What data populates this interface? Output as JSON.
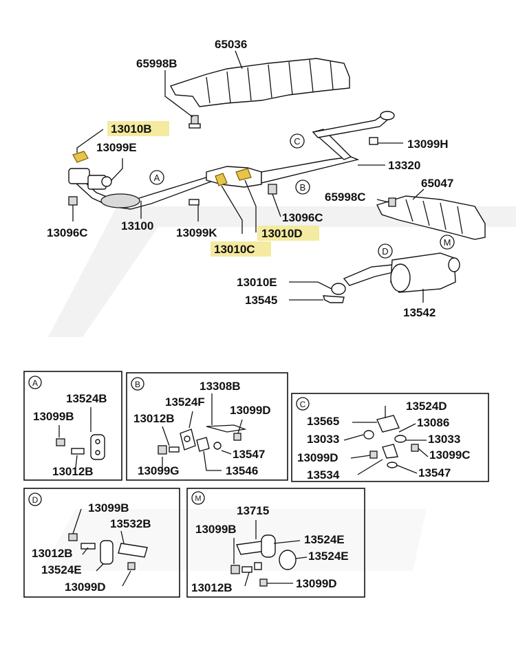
{
  "parts": {
    "p65036": "65036",
    "p65998B": "65998B",
    "p13010B": "13010B",
    "p13099E": "13099E",
    "p13099H": "13099H",
    "p13320": "13320",
    "p65998C": "65998C",
    "p65047": "65047",
    "p13096C_top": "13096C",
    "p13096C_left": "13096C",
    "p13100": "13100",
    "p13099K": "13099K",
    "p13010D": "13010D",
    "p13010C": "13010C",
    "p13010E": "13010E",
    "p13545": "13545",
    "p13542": "13542"
  },
  "callouts": {
    "A": "A",
    "B": "B",
    "C": "C",
    "D": "D",
    "M": "M"
  },
  "detail_A": {
    "tag": "A",
    "labels": [
      "13524B",
      "13099B",
      "13012B"
    ]
  },
  "detail_B": {
    "tag": "B",
    "labels": [
      "13308B",
      "13524F",
      "13012B",
      "13099D",
      "13547",
      "13099G",
      "13546"
    ]
  },
  "detail_C": {
    "tag": "C",
    "labels": [
      "13524D",
      "13565",
      "13086",
      "13033",
      "13033",
      "13099D",
      "13099C",
      "13534",
      "13547"
    ]
  },
  "detail_D": {
    "tag": "D",
    "labels": [
      "13099B",
      "13532B",
      "13012B",
      "13524E",
      "13099D"
    ]
  },
  "detail_M": {
    "tag": "M",
    "labels": [
      "13715",
      "13099B",
      "13524E",
      "13524E",
      "13012B",
      "13099D"
    ]
  },
  "colors": {
    "highlight": "#f4eaa0",
    "gasket_gold": "#e8c44a",
    "line": "#111111"
  }
}
